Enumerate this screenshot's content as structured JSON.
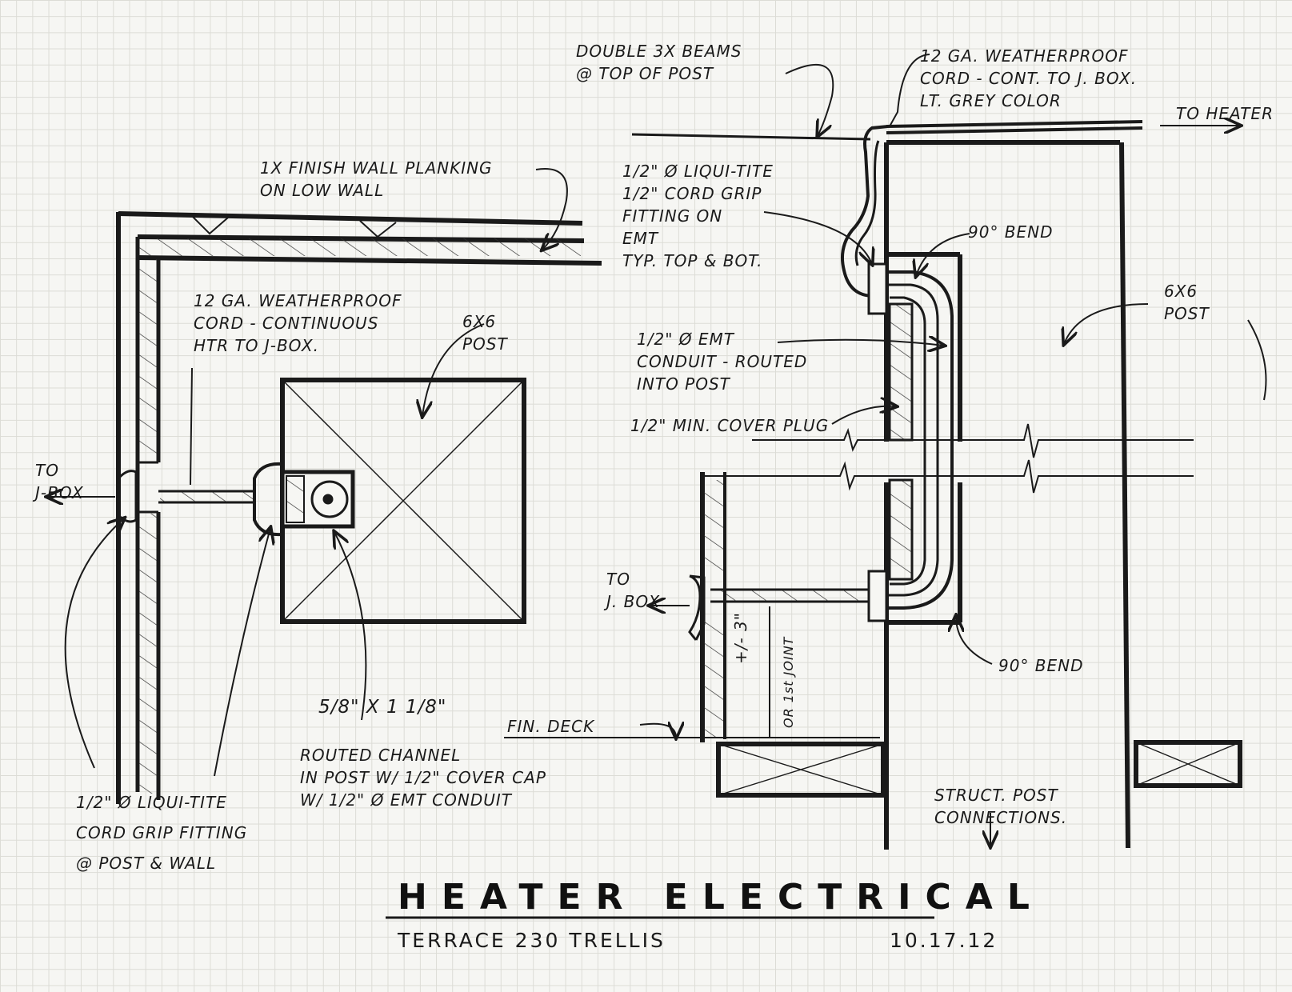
{
  "title": "HEATER ELECTRICAL",
  "subtitle": "TERRACE 230   TRELLIS",
  "date": "10.17.12",
  "plan_view": {
    "finish_wall_note": "1X FINISH WALL PLANKING\nON LOW WALL",
    "cord_note": "12 GA. WEATHERPROOF\nCORD - CONTINUOUS\nHTR TO J-BOX.",
    "post_label": "6X6\nPOST",
    "to_jbox": "TO\nJ-BOX",
    "channel_size": "5/8\" X 1 1/8\"",
    "channel_note": "ROUTED CHANNEL\nIN POST W/ 1/2\" COVER CAP\nW/ 1/2\" Ø EMT CONDUIT",
    "fitting_note": "1/2\" Ø LIQUI-TITE\nCORD GRIP FITTING\n@ POST & WALL"
  },
  "section_view": {
    "beams_note": "DOUBLE 3X BEAMS\n@ TOP OF POST",
    "cord_note": "12 GA. WEATHERPROOF\nCORD - CONT. TO J. BOX.\nLT. GREY COLOR",
    "to_heater": "TO HEATER",
    "fitting_note": "1/2\" Ø LIQUI-TITE\n1/2\" CORD GRIP\nFITTING ON\nEMT\nTYP. TOP & BOT.",
    "bend_top": "90° BEND",
    "post_label": "6X6\nPOST",
    "emt_note": "1/2\" Ø EMT\nCONDUIT - ROUTED\nINTO POST",
    "plug_note": "1/2\" MIN. COVER PLUG",
    "to_jbox": "TO\nJ. BOX",
    "dim_note": "+/- 3\"",
    "dim_sub": "OR 1st JOINT",
    "bend_bottom": "90° BEND",
    "deck_note": "FIN. DECK",
    "struct_note": "STRUCT. POST\nCONNECTIONS."
  }
}
